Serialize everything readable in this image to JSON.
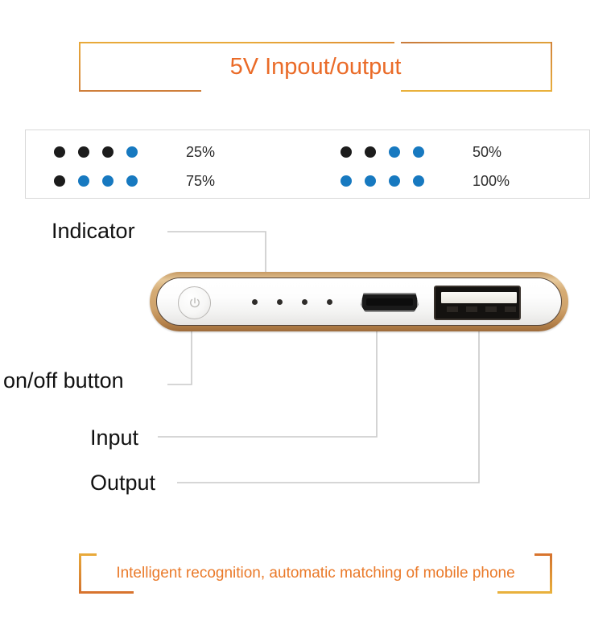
{
  "header": {
    "title": "5V Inpout/output",
    "title_color": "#ea6b28",
    "frame_color": "#e0a13a"
  },
  "legend": {
    "dot_on_color": "#1779c0",
    "dot_off_color": "#1c1c1c",
    "border_color": "#d8d8d8",
    "rows": [
      {
        "label": "25%",
        "dots": [
          "off",
          "off",
          "off",
          "on"
        ]
      },
      {
        "label": "75%",
        "dots": [
          "off",
          "on",
          "on",
          "on"
        ]
      },
      {
        "label": "50%",
        "dots": [
          "off",
          "off",
          "on",
          "on"
        ]
      },
      {
        "label": "100%",
        "dots": [
          "on",
          "on",
          "on",
          "on"
        ]
      }
    ]
  },
  "device": {
    "trim_color": "#c79a63",
    "body_color": "#ffffff",
    "power_button_name": "power",
    "led_count": 4,
    "ports": {
      "micro_usb": "micro-usb-input-port",
      "usb_a": "usb-a-output-port"
    }
  },
  "callouts": [
    {
      "id": "indicator",
      "label": "Indicator"
    },
    {
      "id": "onoff",
      "label": "on/off button"
    },
    {
      "id": "input",
      "label": "Input"
    },
    {
      "id": "output",
      "label": "Output"
    }
  ],
  "footer": {
    "text": "Intelligent recognition, automatic matching of mobile phone",
    "text_color": "#ea7a2a",
    "frame_color": "#e8a93a"
  },
  "icons": {
    "power": "power-icon"
  }
}
